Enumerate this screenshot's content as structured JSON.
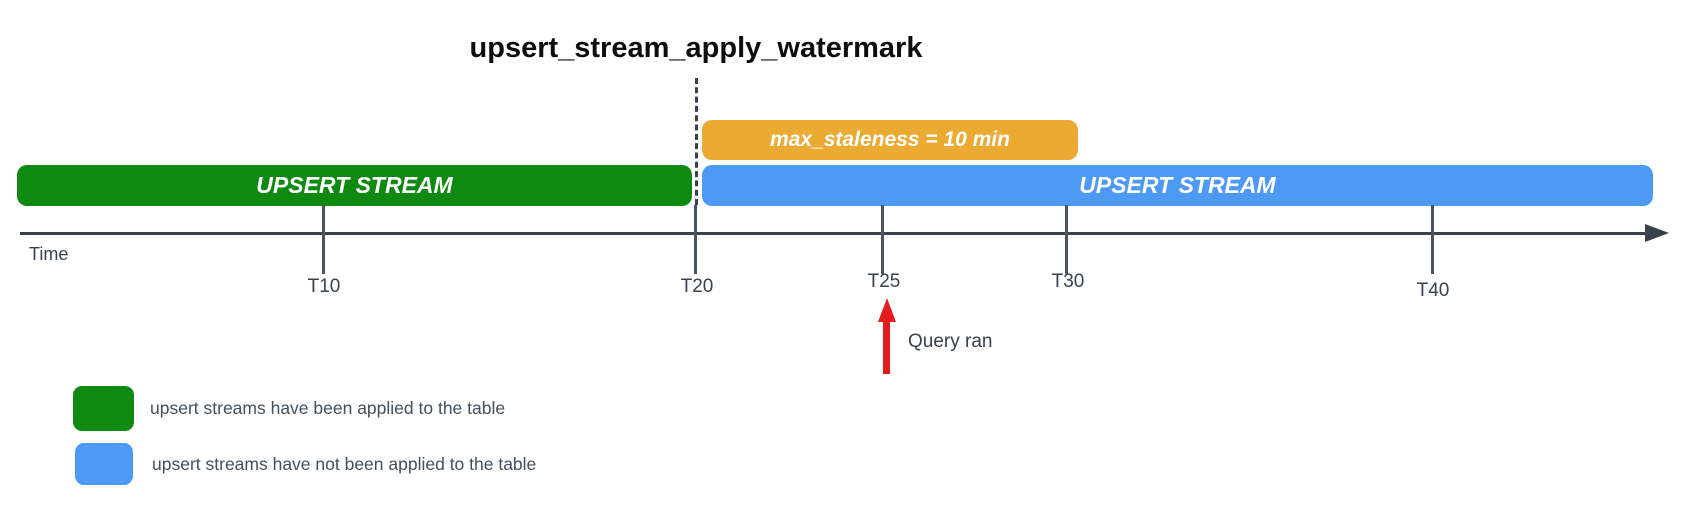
{
  "title": "upsert_stream_apply_watermark",
  "colors": {
    "applied_green": "#0f8a11",
    "not_applied_blue": "#4d9af5",
    "staleness_orange": "#ebaa31",
    "axis_dark": "#39414d",
    "query_arrow_red": "#e51c1c"
  },
  "bars": {
    "applied": {
      "label": "UPSERT STREAM"
    },
    "not_applied": {
      "label": "UPSERT STREAM"
    },
    "staleness": {
      "label": "max_staleness = 10 min"
    }
  },
  "axis": {
    "label": "Time",
    "ticks": [
      {
        "label": "T10"
      },
      {
        "label": "T20"
      },
      {
        "label": "T25"
      },
      {
        "label": "T30"
      },
      {
        "label": "T40"
      }
    ]
  },
  "annotation": {
    "query_ran": "Query ran"
  },
  "legend": {
    "items": [
      {
        "color": "#0f8a11",
        "label": "upsert streams have been applied to the table"
      },
      {
        "color": "#4d9af5",
        "label": "upsert streams have not been applied to the table"
      }
    ]
  }
}
